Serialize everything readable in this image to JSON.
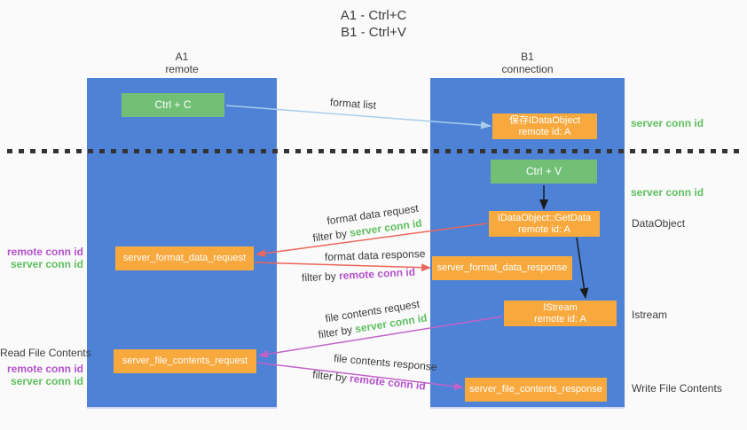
{
  "title": {
    "line1": "A1 - Ctrl+C",
    "line2": "B1 - Ctrl+V"
  },
  "columns": {
    "left": {
      "name": "A1",
      "subtitle": "remote"
    },
    "right": {
      "name": "B1",
      "subtitle": "connection"
    }
  },
  "nodes": {
    "ctrl_c": "Ctrl + C",
    "save_idataobject": {
      "line1": "保存IDataObject",
      "line2": "remote id: A"
    },
    "ctrl_v": "Ctrl + V",
    "getdata": {
      "line1": "IDataObject::GetData",
      "line2": "remote id: A"
    },
    "format_request": "server_format_data_request",
    "format_response": "server_format_data_response",
    "istream": {
      "line1": "IStream",
      "line2": "remote id: A"
    },
    "file_request": "server_file_contents_request",
    "file_response": "server_file_contents_response"
  },
  "arrows": {
    "format_list": "format list",
    "format_data_request": "format data request",
    "format_data_response": "format data response",
    "file_contents_request": "file contents request",
    "file_contents_response": "file contents response",
    "filter_by": "filter by ",
    "server_conn_id": "server conn id",
    "remote_conn_id": "remote conn id"
  },
  "side_labels": {
    "right_server_conn_id_top": "server conn id",
    "right_server_conn_id_mid": "server conn id",
    "data_object": "DataObject",
    "istream": "Istream",
    "write_file_contents": "Write File Contents",
    "left_remote_conn_id_top": "remote conn id",
    "left_server_conn_id_top": "server conn id",
    "read_file_contents": "Read File Contents",
    "left_remote_conn_id_bottom": "remote conn id",
    "left_server_conn_id_bottom": "server conn id"
  },
  "colors": {
    "column_blue": "#4d82d6",
    "box_green": "#72c076",
    "box_orange": "#f8a93e",
    "text_green": "#5ec05e",
    "text_purple": "#b452cc",
    "arrow_red": "#ec665c",
    "arrow_magenta": "#c263c9",
    "arrow_blue": "#a8cdec",
    "arrow_black": "#1b1b1b",
    "background": "#fafafa"
  }
}
